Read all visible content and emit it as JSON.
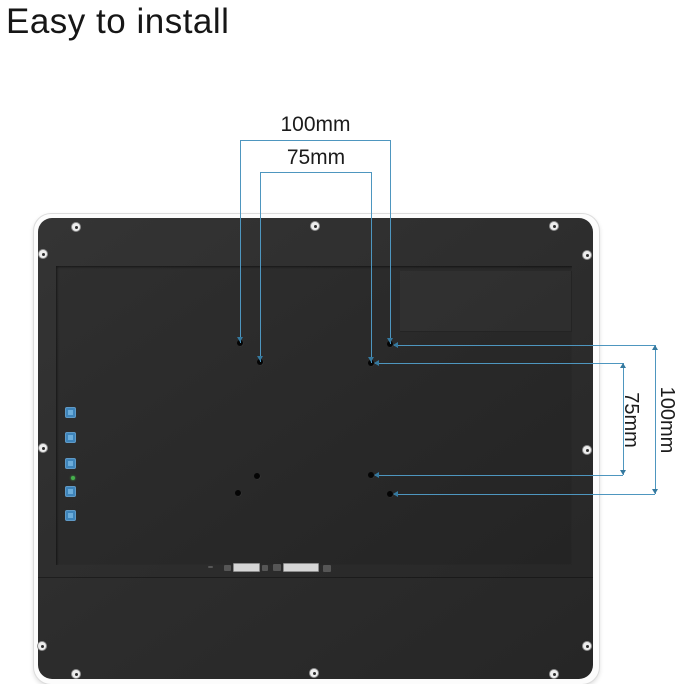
{
  "title": "Easy to install",
  "dimension_labels": {
    "top_outer": "100mm",
    "top_inner": "75mm",
    "right_inner": "75mm",
    "right_outer": "100mm"
  },
  "colors": {
    "dimension_blue": "#4e96bf",
    "panel_dark": "#2c2c2c",
    "frame_light": "#fcfcfc",
    "osd_button_blue": "#3e84ba",
    "power_led_green": "#45b04c",
    "title_text": "#161616"
  }
}
